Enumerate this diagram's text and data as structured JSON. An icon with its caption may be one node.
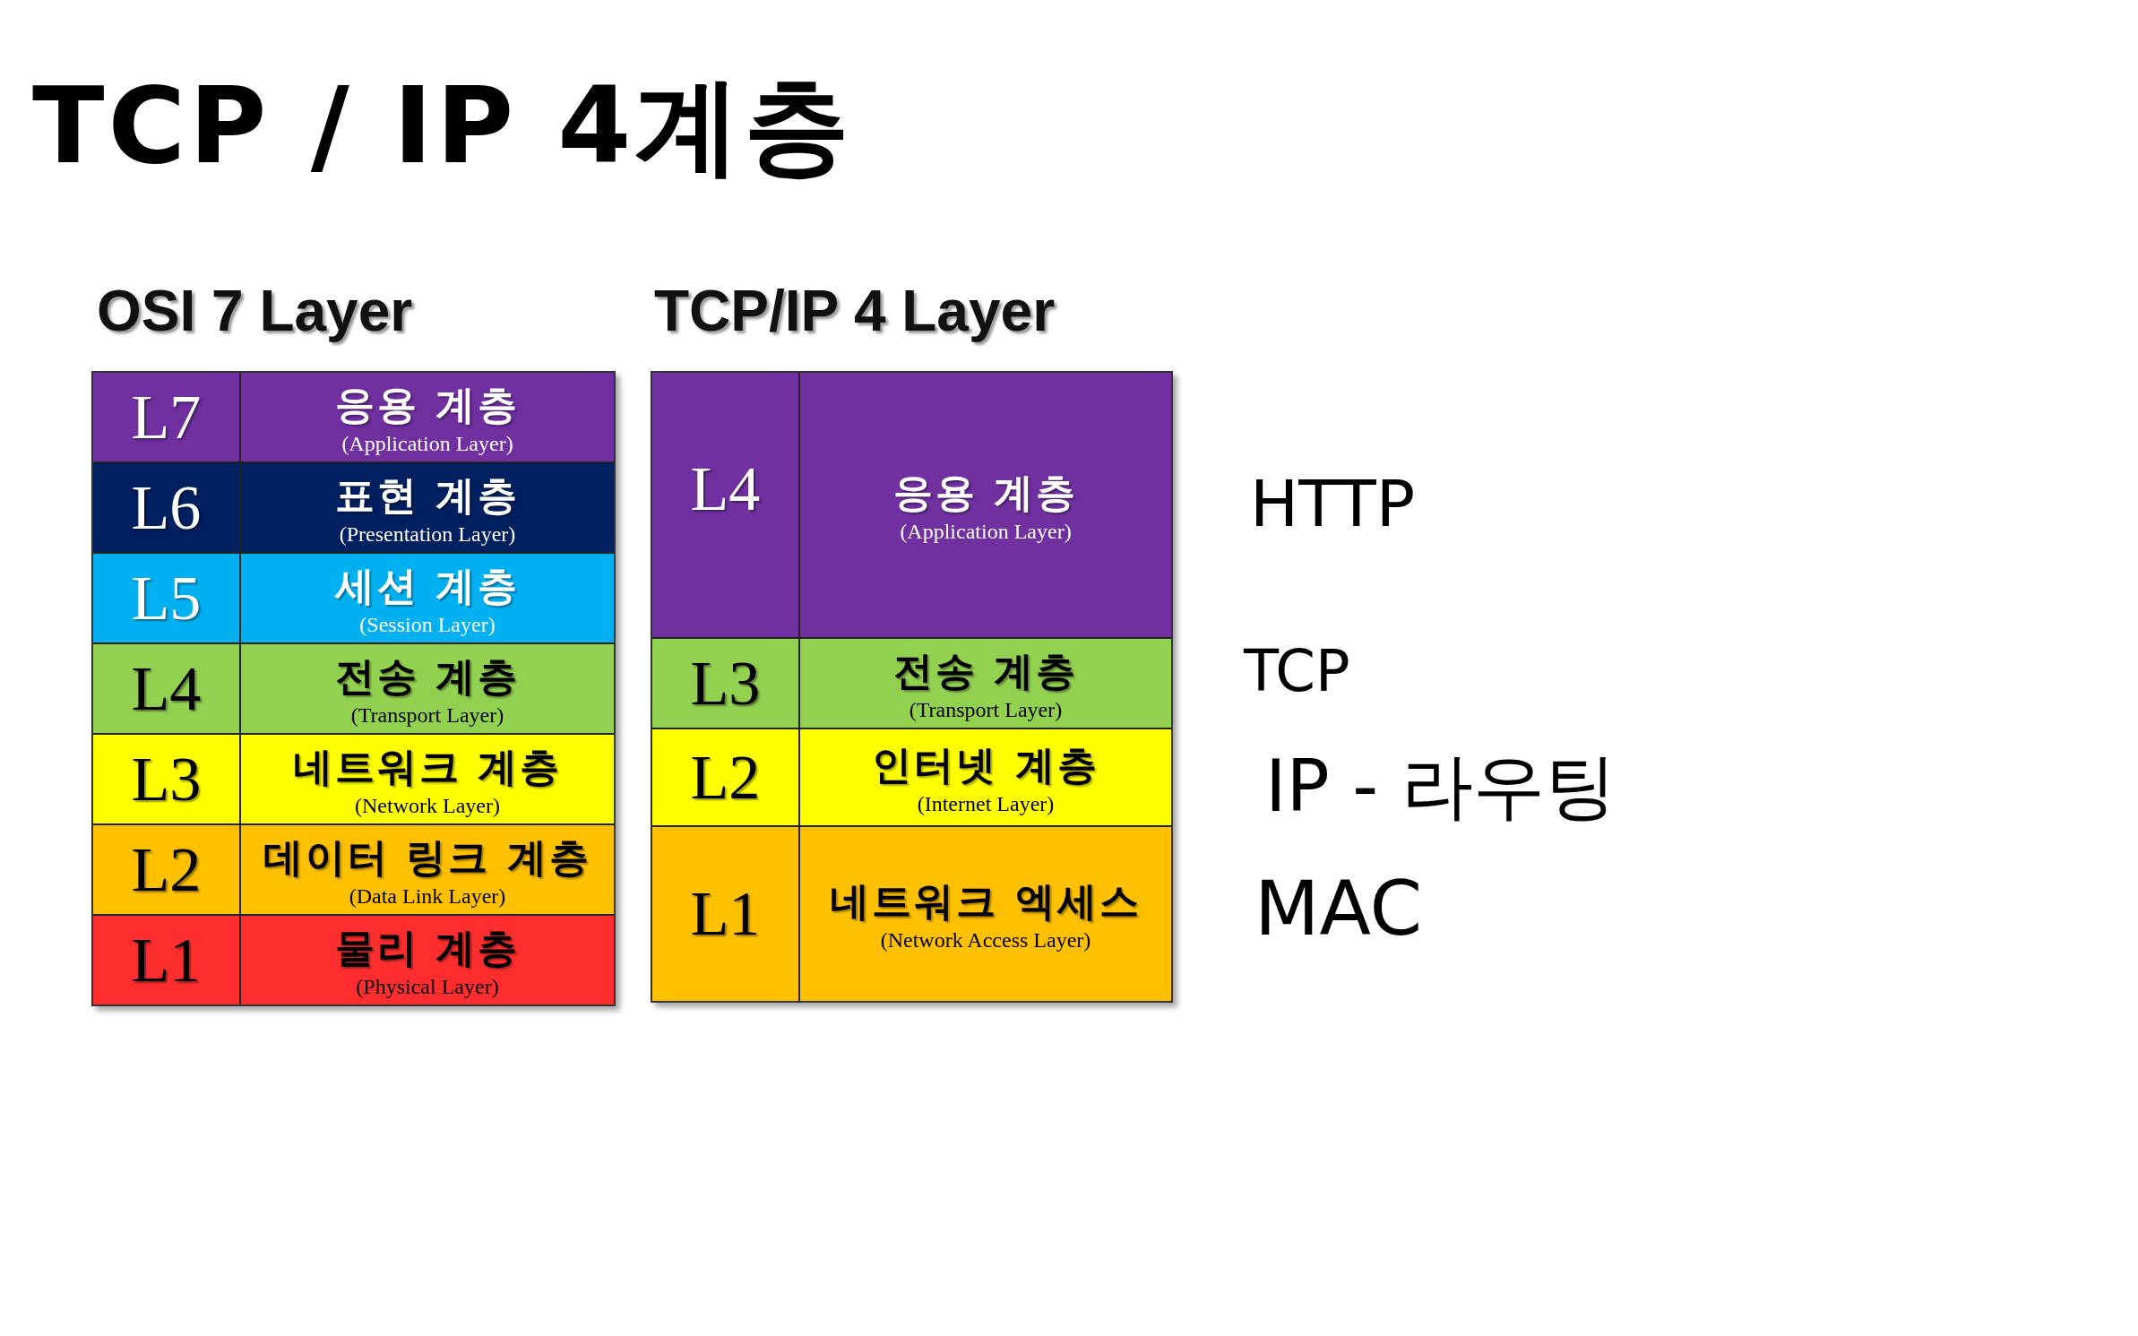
{
  "diagram": {
    "title": "TCP / IP 4계층",
    "nodes": [
      {
        "text": [
          "OSI 7 Layer"
        ]
      },
      {
        "text": [
          "L7",
          "응용 계층",
          "(Application Layer)"
        ],
        "in": 0
      },
      {
        "text": [
          "L6",
          "표현 계층",
          "(Presentation Layer)"
        ],
        "in": 0
      },
      {
        "text": [
          "L5",
          "세션 계층",
          "(Session Layer)"
        ],
        "in": 0
      },
      {
        "text": [
          "L4",
          "전송 계층",
          "(Transport Layer)"
        ],
        "in": 0
      },
      {
        "text": [
          "L3",
          "네트워크 계층",
          "(Network Layer)"
        ],
        "in": 0
      },
      {
        "text": [
          "L2",
          "데이터 링크 계층",
          "(Data Link Layer)"
        ],
        "in": 0
      },
      {
        "text": [
          "L1",
          "물리 계층",
          "(Physical Layer)"
        ],
        "in": 0
      },
      {
        "text": [
          "TCP/IP 4 Layer"
        ]
      },
      {
        "text": [
          "L4",
          "응용 계층",
          "(Application Layer)"
        ],
        "in": 8
      },
      {
        "text": [
          "L3",
          "전송 계층",
          "(Transport Layer)"
        ],
        "in": 8
      },
      {
        "text": [
          "L2",
          "인터넷 계층",
          "(Internet Layer)"
        ],
        "in": 8
      },
      {
        "text": [
          "L1",
          "네트워크 엑세스",
          "(Network Access Layer)"
        ],
        "in": 8
      }
    ],
    "labels": [
      "HTTP",
      "TCP",
      "IP - 라우팅",
      "MAC"
    ]
  }
}
